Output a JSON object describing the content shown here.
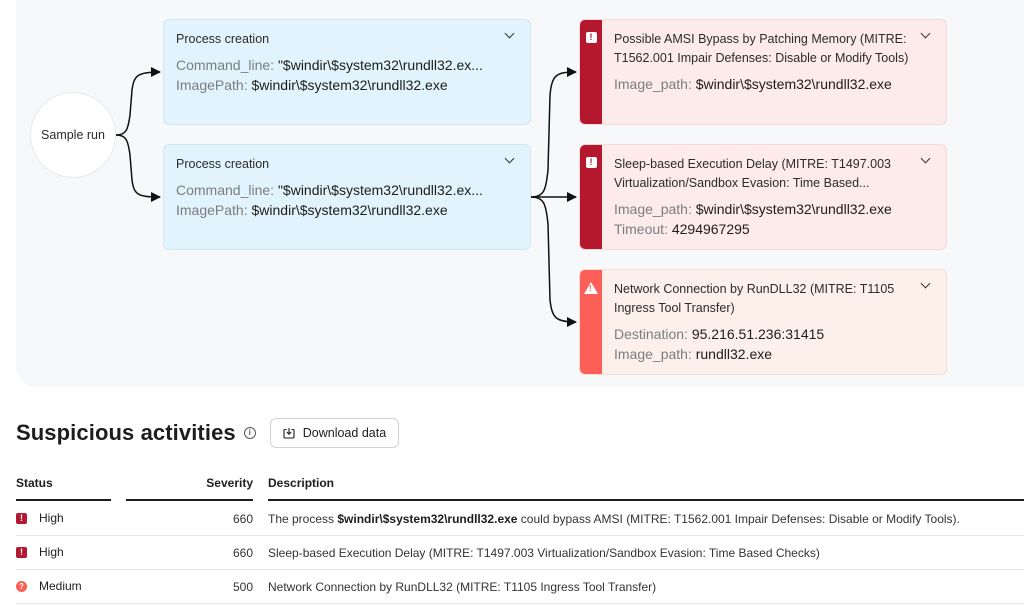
{
  "graph": {
    "root": {
      "label": "Sample run"
    },
    "process_nodes": [
      {
        "title": "Process creation",
        "fields": [
          {
            "key": "Command_line:",
            "value": "\"$windir\\$system32\\rundll32.ex..."
          },
          {
            "key": "ImagePath:",
            "value": "$windir\\$system32\\rundll32.exe"
          }
        ]
      },
      {
        "title": "Process creation",
        "fields": [
          {
            "key": "Command_line:",
            "value": "\"$windir\\$system32\\rundll32.ex..."
          },
          {
            "key": "ImagePath:",
            "value": "$windir\\$system32\\rundll32.exe"
          }
        ]
      }
    ],
    "alert_nodes": [
      {
        "severity": "high",
        "icon": "exclamation-square-icon",
        "title_line1": "Possible AMSI Bypass by Patching Memory (MITRE:",
        "title_line2": "T1562.001 Impair Defenses: Disable or Modify Tools)",
        "fields": [
          {
            "key": "Image_path:",
            "value": "$windir\\$system32\\rundll32.exe"
          }
        ]
      },
      {
        "severity": "high",
        "icon": "exclamation-square-icon",
        "title_line1": "Sleep-based Execution Delay (MITRE: T1497.003",
        "title_line2": "Virtualization/Sandbox Evasion: Time Based...",
        "fields": [
          {
            "key": "Image_path:",
            "value": "$windir\\$system32\\rundll32.exe"
          },
          {
            "key": "Timeout:",
            "value": "4294967295"
          }
        ]
      },
      {
        "severity": "medium",
        "icon": "warning-triangle-icon",
        "title_line1": "Network Connection by RunDLL32 (MITRE: T1105",
        "title_line2": "Ingress Tool Transfer)",
        "fields": [
          {
            "key": "Destination:",
            "value": "95.216.51.236:31415"
          },
          {
            "key": "Image_path:",
            "value": "rundll32.exe"
          }
        ]
      }
    ]
  },
  "section": {
    "title": "Suspicious activities",
    "info_icon": "i",
    "download_label": "Download data"
  },
  "table": {
    "columns": [
      "Status",
      "Severity",
      "Description"
    ],
    "rows": [
      {
        "status": "High",
        "status_icon": "!",
        "severity": "660",
        "desc_prefix": "The process ",
        "desc_bold": "$windir\\$system32\\rundll32.exe",
        "desc_suffix": " could bypass AMSI (MITRE: T1562.001 Impair Defenses: Disable or Modify Tools)."
      },
      {
        "status": "High",
        "status_icon": "!",
        "severity": "660",
        "desc_prefix": "Sleep-based Execution Delay (MITRE: T1497.003 Virtualization/Sandbox Evasion: Time Based Checks)",
        "desc_bold": "",
        "desc_suffix": ""
      },
      {
        "status": "Medium",
        "status_icon": "?",
        "severity": "500",
        "desc_prefix": "Network Connection by RunDLL32 (MITRE: T1105 Ingress Tool Transfer)",
        "desc_bold": "",
        "desc_suffix": ""
      }
    ]
  },
  "colors": {
    "high": "#b5172e",
    "medium": "#fb5f57",
    "process_bg": "#e1f3fc",
    "high_bg": "#fdeaea",
    "medium_bg": "#fdf0ea",
    "panel_bg": "#f7f8fa"
  }
}
